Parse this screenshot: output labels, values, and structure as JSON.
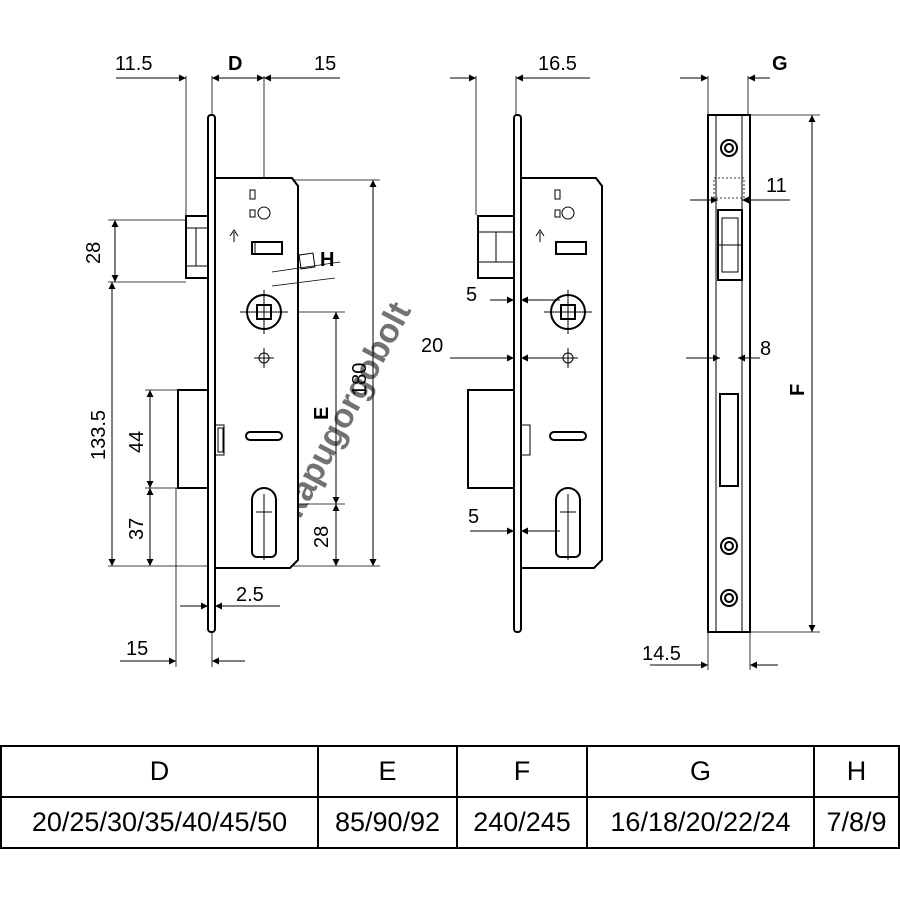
{
  "drawing": {
    "watermark": "kapugorgobolt",
    "front_view": {
      "dims": {
        "top_left": "11.5",
        "top_mid": "D",
        "top_right": "15",
        "latch_height": "28",
        "spindle_to_bottom": "133.5",
        "bolt_height": "44",
        "bolt_to_bottom": "37",
        "height": "180",
        "spindle_to_cylinder": "E",
        "cylinder_to_bottom": "28",
        "square": "H",
        "plate_thickness": "2.5",
        "bottom_left": "15"
      }
    },
    "side_view": {
      "dims": {
        "top": "16.5",
        "offset_upper": "5",
        "offset_mid": "20",
        "offset_lower": "5"
      }
    },
    "strike_plate": {
      "dims": {
        "top": "G",
        "latch_opening": "11",
        "bolt_opening": "8",
        "length": "F",
        "bottom": "14.5"
      }
    }
  },
  "table": {
    "headers": [
      "D",
      "E",
      "F",
      "G",
      "H"
    ],
    "values": [
      "20/25/30/35/40/45/50",
      "85/90/92",
      "240/245",
      "16/18/20/22/24",
      "7/8/9"
    ]
  }
}
